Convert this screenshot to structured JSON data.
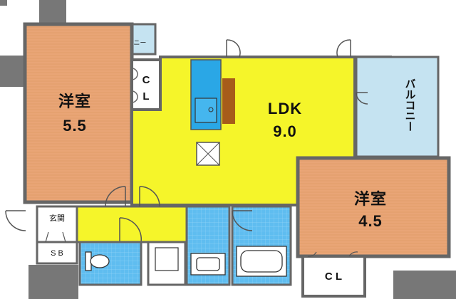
{
  "rooms": {
    "western_left": {
      "name": "洋室",
      "size": "5.5"
    },
    "ldk": {
      "name": "LDK",
      "size": "9.0"
    },
    "western_right": {
      "name": "洋室",
      "size": "4.5"
    }
  },
  "labels": {
    "balcony_top": "バルコニー",
    "balcony_right": "バルコニー",
    "closet_left": "C",
    "closet_left_2": "L",
    "closet_bottom": "C L",
    "entrance": "玄関",
    "shoe_box": "S B"
  },
  "colors": {
    "wall": "#777777",
    "western_room": "#e8a87a",
    "ldk": "#f5f52a",
    "water_area": "#59b8ee",
    "balcony": "#c5e3f1",
    "closet": "#ffffff",
    "kitchen_counter": "#2aa7e6",
    "wood": "#a65c1a"
  }
}
